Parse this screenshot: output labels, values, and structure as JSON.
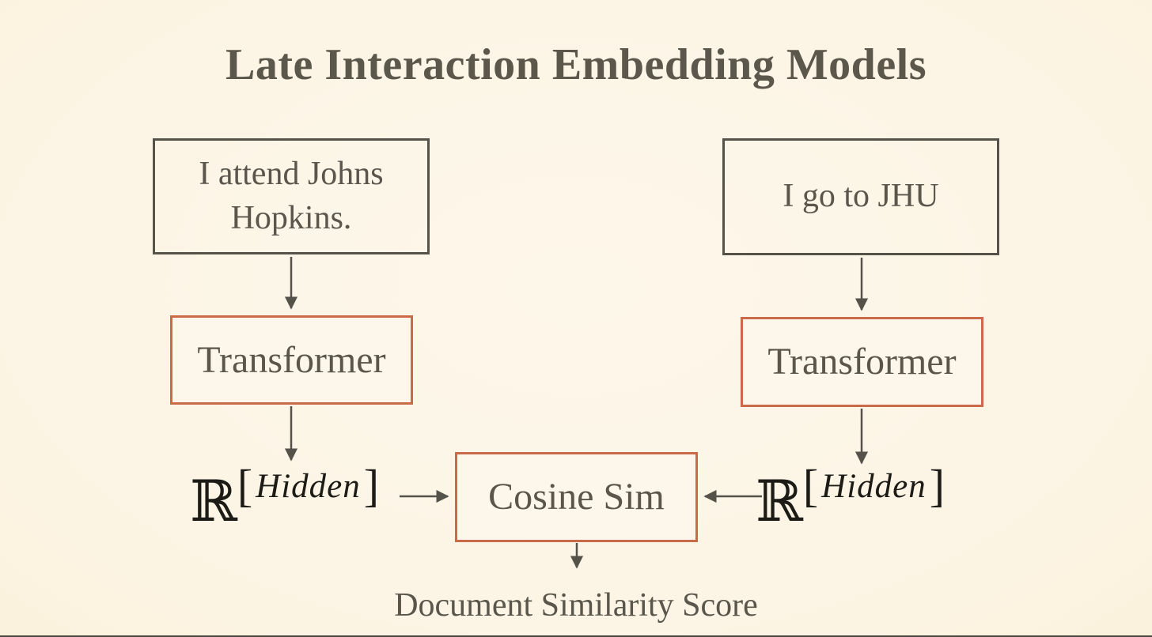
{
  "title": "Late Interaction Embedding Models",
  "diagram": {
    "left_branch": {
      "input_text": "I attend Johns Hopkins.",
      "model_label": "Transformer",
      "embedding": {
        "set_symbol": "ℝ",
        "bracket_open": "[",
        "dimension": "Hidden",
        "bracket_close": "]"
      }
    },
    "right_branch": {
      "input_text": "I go to JHU",
      "model_label": "Transformer",
      "embedding": {
        "set_symbol": "ℝ",
        "bracket_open": "[",
        "dimension": "Hidden",
        "bracket_close": "]"
      }
    },
    "similarity_label": "Cosine Sim",
    "output_label": "Document Similarity Score"
  },
  "colors": {
    "background": "#fcf5e6",
    "border_dark": "#55524a",
    "accent_orange": "#cb6a48",
    "text": "#5a564c",
    "math": "#1c1b16",
    "arrow": "#55524a"
  }
}
